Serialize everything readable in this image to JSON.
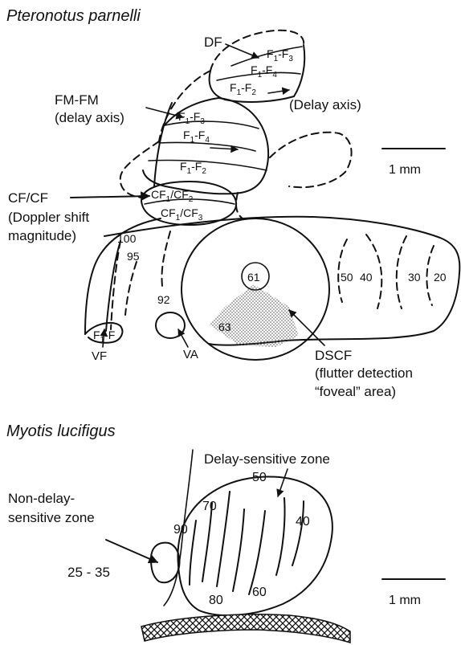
{
  "top_panel": {
    "species": "Pteronotus parnelli",
    "df_label": "DF",
    "df_rows": [
      {
        "main": "F",
        "sub1": "1",
        "mid": "-F",
        "sub2": "3"
      },
      {
        "main": "F",
        "sub1": "1",
        "mid": "-F",
        "sub2": "4"
      },
      {
        "main": "F",
        "sub1": "1",
        "mid": "-F",
        "sub2": "2"
      }
    ],
    "df_axis": "(Delay axis)",
    "fmfm_label": [
      "FM-FM",
      "(delay axis)"
    ],
    "fmfm_rows": [
      {
        "main": "F",
        "sub1": "1",
        "mid": "-F",
        "sub2": "3"
      },
      {
        "main": "F",
        "sub1": "1",
        "mid": "-F",
        "sub2": "4"
      },
      {
        "main": "F",
        "sub1": "1",
        "mid": "-F",
        "sub2": "2"
      }
    ],
    "cfcf_label": [
      "CF/CF",
      "(Doppler shift",
      "magnitude)"
    ],
    "cfcf_rows": [
      {
        "main": "CF",
        "sub1": "1",
        "mid": "/CF",
        "sub2": "2"
      },
      {
        "main": "CF",
        "sub1": "1",
        "mid": "/CF",
        "sub2": "3"
      }
    ],
    "frequency_labels": [
      "100",
      "95",
      "92",
      "61",
      "63",
      "50",
      "40",
      "30",
      "20"
    ],
    "vf_region": {
      "main": "F",
      "sub1": "1",
      "mid": "-F"
    },
    "vf_label": "VF",
    "va_label": "VA",
    "dscf_label": [
      "DSCF",
      "(flutter detection",
      "“foveal” area)"
    ],
    "scale_bar": "1 mm"
  },
  "bottom_panel": {
    "species": "Myotis lucifigus",
    "delay_zone": "Delay-sensitive zone",
    "nondelay_zone": [
      "Non-delay-",
      "sensitive zone"
    ],
    "nondelay_range": "25 - 35",
    "delay_values": [
      "50",
      "70",
      "90",
      "40",
      "60",
      "80"
    ],
    "scale_bar": "1 mm"
  }
}
